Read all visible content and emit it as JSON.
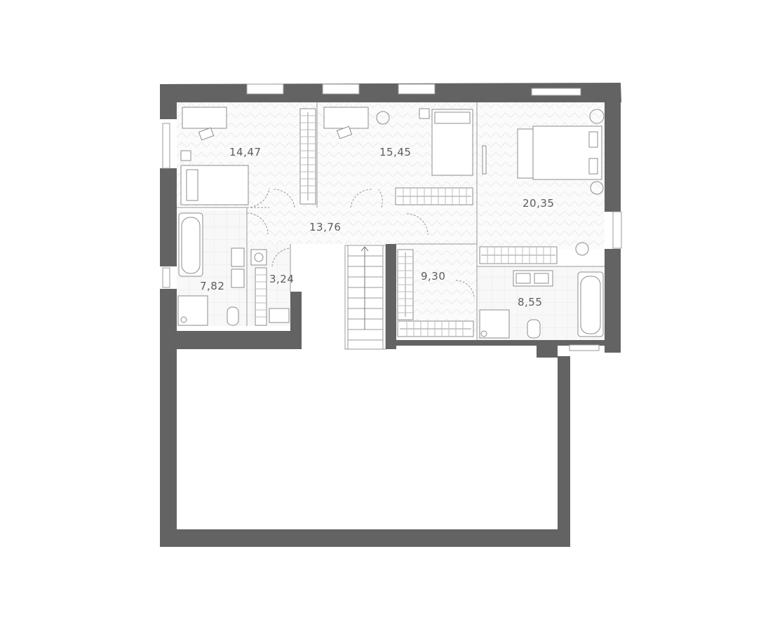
{
  "plan": {
    "rooms": [
      {
        "id": "bedroom-1",
        "area": "14,47"
      },
      {
        "id": "bedroom-2",
        "area": "15,45"
      },
      {
        "id": "master-bedroom",
        "area": "20,35"
      },
      {
        "id": "hall",
        "area": "13,76"
      },
      {
        "id": "bathroom-1",
        "area": "7,82"
      },
      {
        "id": "laundry",
        "area": "3,24"
      },
      {
        "id": "dressing",
        "area": "9,30"
      },
      {
        "id": "bathroom-2",
        "area": "8,55"
      }
    ],
    "colors": {
      "wall": "#636363",
      "floor": "#f6f6f6",
      "line": "#9a9a9a",
      "label": "#5c5c5c"
    }
  }
}
